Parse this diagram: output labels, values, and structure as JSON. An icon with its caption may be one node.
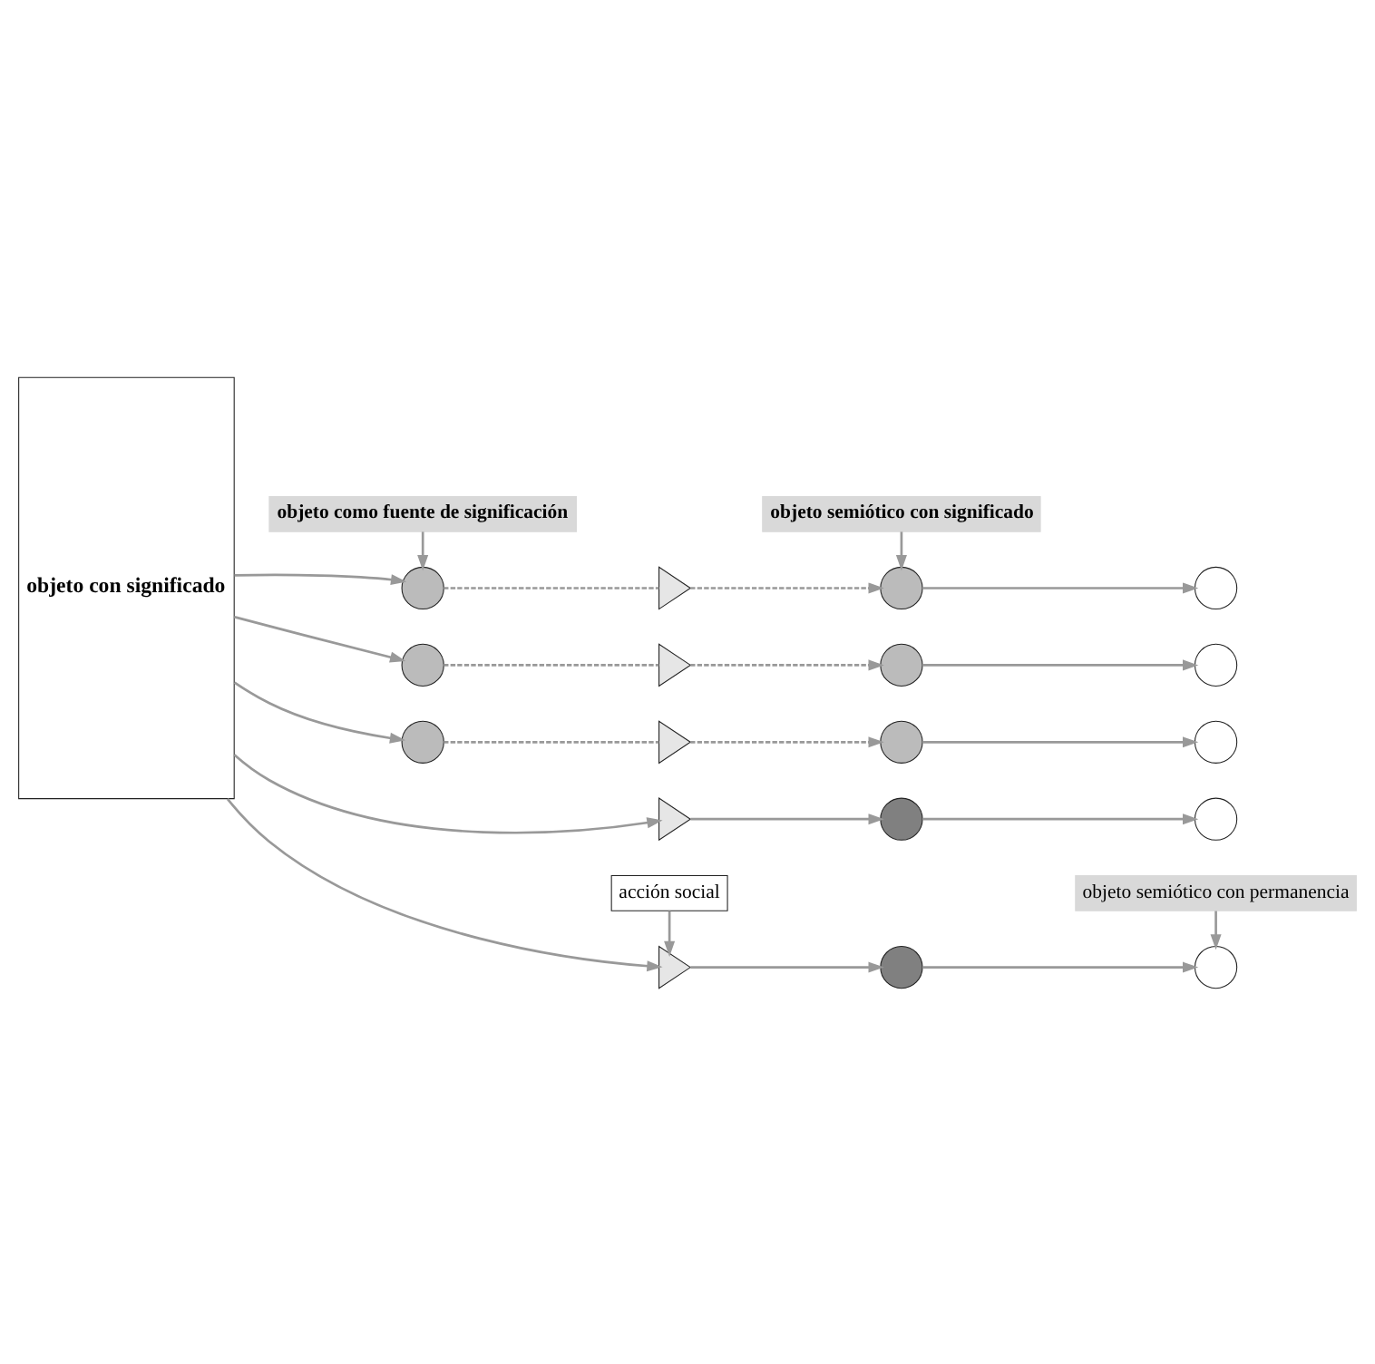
{
  "diagram": {
    "nodes": [
      {
        "text": [
          "objeto con significado"
        ]
      },
      {
        "text": [
          "objeto como fuente de significación"
        ]
      },
      {
        "text": [
          "objeto semiótico con significado"
        ]
      },
      {
        "text": [],
        "shape": "circle"
      },
      {
        "text": [],
        "shape": "triangle"
      },
      {
        "text": [],
        "shape": "circle"
      },
      {
        "text": [],
        "shape": "circle"
      },
      {
        "text": [],
        "shape": "circle"
      },
      {
        "text": [],
        "shape": "triangle"
      },
      {
        "text": [],
        "shape": "circle"
      },
      {
        "text": [],
        "shape": "circle"
      },
      {
        "text": [],
        "shape": "circle"
      },
      {
        "text": [],
        "shape": "triangle"
      },
      {
        "text": [],
        "shape": "circle"
      },
      {
        "text": [],
        "shape": "circle"
      },
      {
        "text": [],
        "shape": "triangle"
      },
      {
        "text": [],
        "shape": "circle"
      },
      {
        "text": [],
        "shape": "circle"
      },
      {
        "text": [],
        "shape": "triangle"
      },
      {
        "text": [],
        "shape": "circle"
      },
      {
        "text": [],
        "shape": "circle"
      },
      {
        "text": [
          "acción social"
        ]
      },
      {
        "text": [
          "objeto semiótico con permanencia"
        ]
      }
    ],
    "edges": [
      {
        "from": 0,
        "to": 3,
        "arrow": "to"
      },
      {
        "from": 3,
        "to": 4,
        "arrow": "none",
        "style": "dashed"
      },
      {
        "from": 4,
        "to": 5,
        "arrow": "to",
        "style": "dashed"
      },
      {
        "from": 5,
        "to": 6,
        "arrow": "to"
      },
      {
        "from": 0,
        "to": 7,
        "arrow": "to"
      },
      {
        "from": 7,
        "to": 8,
        "arrow": "none",
        "style": "dashed"
      },
      {
        "from": 8,
        "to": 9,
        "arrow": "to",
        "style": "dashed"
      },
      {
        "from": 9,
        "to": 10,
        "arrow": "to"
      },
      {
        "from": 0,
        "to": 11,
        "arrow": "to"
      },
      {
        "from": 11,
        "to": 12,
        "arrow": "none",
        "style": "dashed"
      },
      {
        "from": 12,
        "to": 13,
        "arrow": "to",
        "style": "dashed"
      },
      {
        "from": 13,
        "to": 14,
        "arrow": "to"
      },
      {
        "from": 0,
        "to": 15,
        "arrow": "to"
      },
      {
        "from": 15,
        "to": 16,
        "arrow": "to"
      },
      {
        "from": 16,
        "to": 17,
        "arrow": "to"
      },
      {
        "from": 0,
        "to": 18,
        "arrow": "to"
      },
      {
        "from": 18,
        "to": 19,
        "arrow": "to"
      },
      {
        "from": 19,
        "to": 20,
        "arrow": "to"
      },
      {
        "from": 1,
        "to": 3,
        "arrow": "to"
      },
      {
        "from": 2,
        "to": 5,
        "arrow": "to"
      },
      {
        "from": 21,
        "to": 18,
        "arrow": "to"
      },
      {
        "from": 22,
        "to": 20,
        "arrow": "to"
      }
    ]
  }
}
